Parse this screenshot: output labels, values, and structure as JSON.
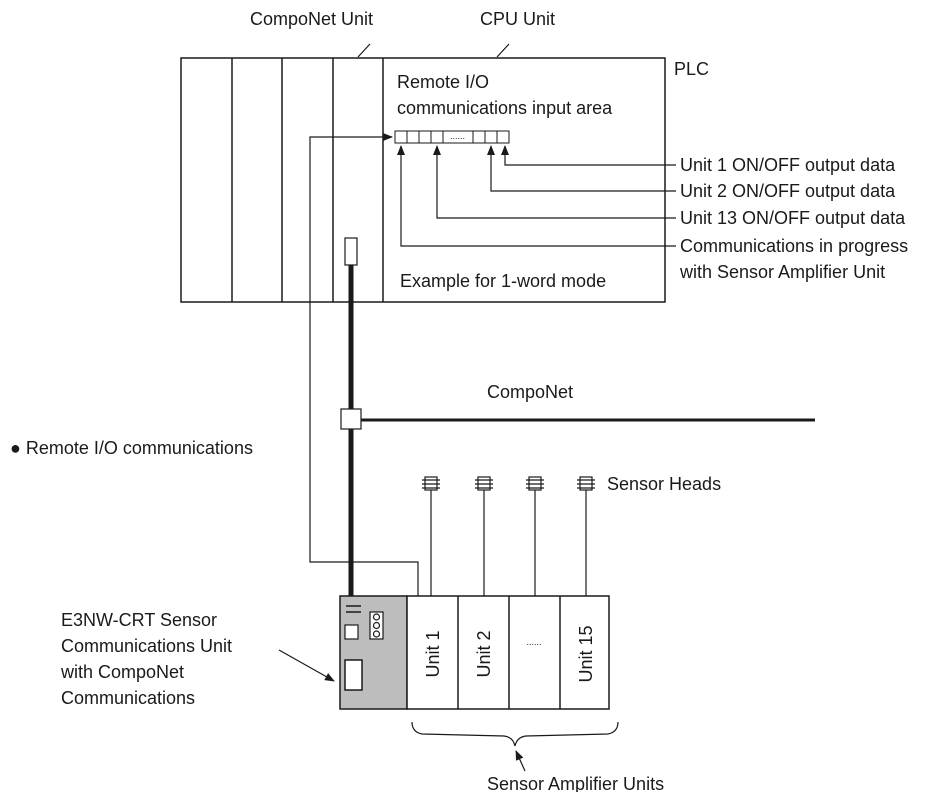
{
  "diagram": {
    "labels": {
      "componet_unit": "CompoNet Unit",
      "cpu_unit": "CPU Unit",
      "plc": "PLC",
      "io_area_line1": "Remote I/O",
      "io_area_line2": "communications input area",
      "example_mode": "Example for 1-word mode",
      "unit1_output": "Unit 1 ON/OFF output data",
      "unit2_output": "Unit 2 ON/OFF output data",
      "unit13_output": "Unit 13 ON/OFF output data",
      "comm_progress_line1": "Communications in progress",
      "comm_progress_line2": "with Sensor Amplifier Unit",
      "componet": "CompoNet",
      "remote_io": "● Remote I/O communications",
      "sensor_heads": "Sensor Heads",
      "e3nw_line1": "E3NW-CRT Sensor",
      "e3nw_line2": "Communications Unit",
      "e3nw_line3": "with CompoNet",
      "e3nw_line4": "Communications",
      "sensor_amp_units": "Sensor Amplifier Units",
      "dots": "......"
    },
    "amplifier_units": [
      "Unit 1",
      "Unit 2",
      "......",
      "Unit 15"
    ],
    "colors": {
      "line": "#1a1a1a",
      "comm_unit_fill": "#bdbdbd",
      "background": "#ffffff"
    }
  }
}
